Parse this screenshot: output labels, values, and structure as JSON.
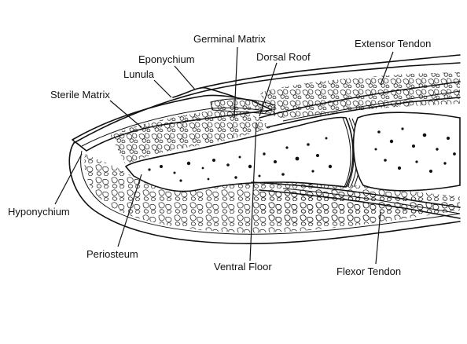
{
  "labels": {
    "germinal_matrix": "Germinal Matrix",
    "extensor_tendon": "Extensor Tendon",
    "eponychium": "Eponychium",
    "dorsal_roof": "Dorsal Roof",
    "lunula": "Lunula",
    "sterile_matrix": "Sterile Matrix",
    "hyponychium": "Hyponychium",
    "periosteum": "Periosteum",
    "ventral_floor": "Ventral Floor",
    "flexor_tendon": "Flexor Tendon"
  },
  "colors": {
    "ink": "#111111",
    "background": "#ffffff"
  }
}
